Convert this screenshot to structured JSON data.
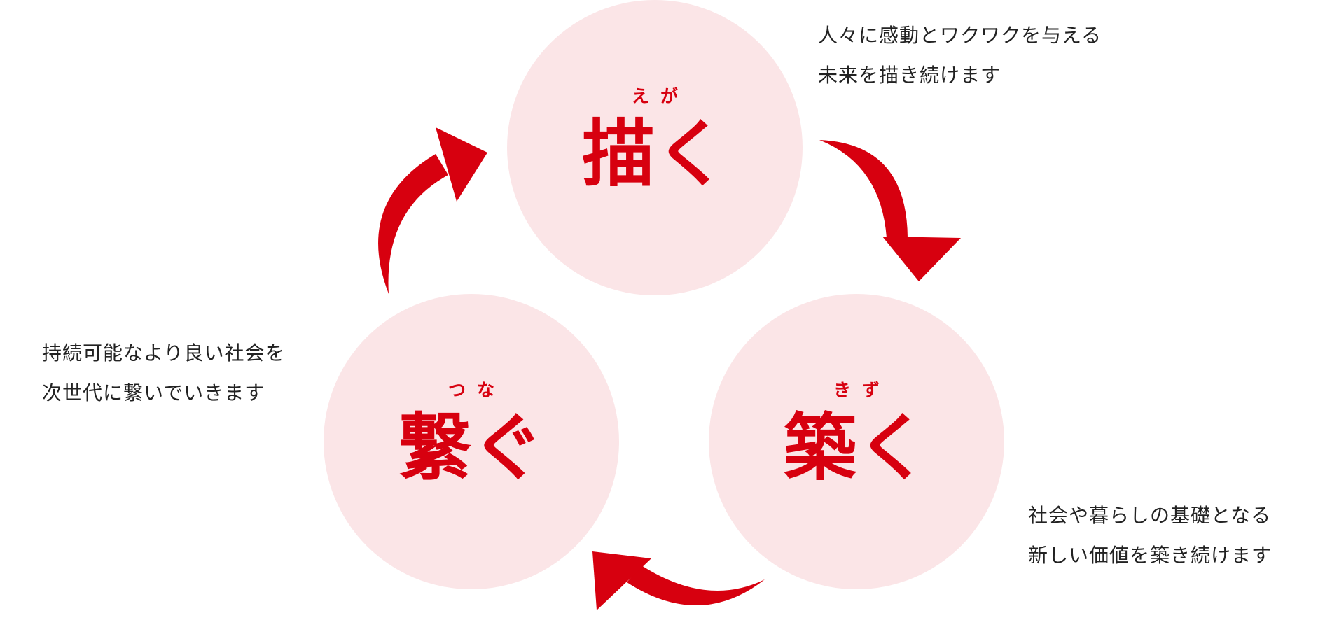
{
  "colors": {
    "accent": "#d7000f",
    "circle_fill": "#fbe5e7",
    "text": "#222222"
  },
  "steps": [
    {
      "ruby": "えが",
      "word": "描く",
      "description": [
        "人々に感動とワクワクを与える",
        "未来を描き続けます"
      ]
    },
    {
      "ruby": "きず",
      "word": "築く",
      "description": [
        "社会や暮らしの基礎となる",
        "新しい価値を築き続けます"
      ]
    },
    {
      "ruby": "つな",
      "word": "繋ぐ",
      "description": [
        "持続可能なより良い社会を",
        "次世代に繋いでいきます"
      ]
    }
  ]
}
